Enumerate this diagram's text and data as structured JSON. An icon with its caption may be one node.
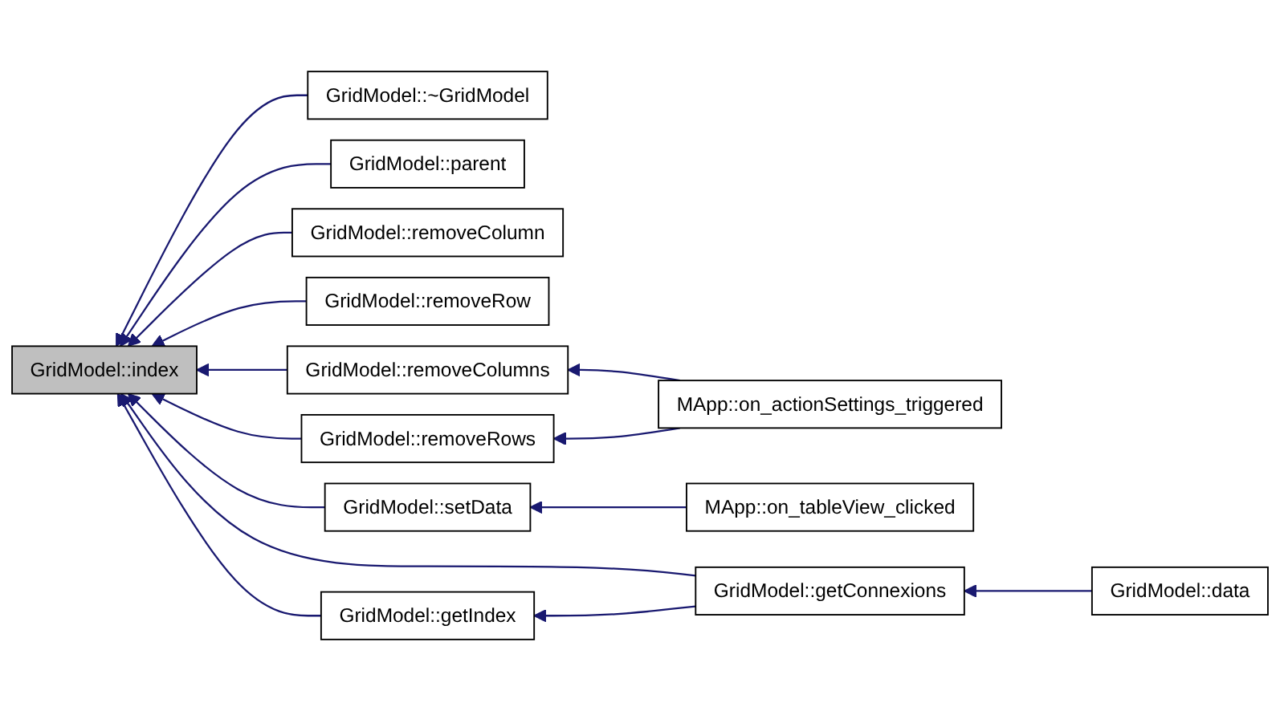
{
  "diagram": {
    "nodes": [
      {
        "text": [
          "GridModel::index"
        ]
      },
      {
        "text": [
          "GridModel::~GridModel"
        ]
      },
      {
        "text": [
          "GridModel::parent"
        ]
      },
      {
        "text": [
          "GridModel::removeColumn"
        ]
      },
      {
        "text": [
          "GridModel::removeRow"
        ]
      },
      {
        "text": [
          "GridModel::removeColumns"
        ]
      },
      {
        "text": [
          "GridModel::removeRows"
        ]
      },
      {
        "text": [
          "GridModel::setData"
        ]
      },
      {
        "text": [
          "GridModel::getIndex"
        ]
      },
      {
        "text": [
          "MApp::on_actionSettings_triggered"
        ]
      },
      {
        "text": [
          "MApp::on_tableView_clicked"
        ]
      },
      {
        "text": [
          "GridModel::getConnexions"
        ]
      },
      {
        "text": [
          "GridModel::data"
        ]
      }
    ],
    "edges": [
      {
        "from": 1,
        "to": 0,
        "arrow": "to"
      },
      {
        "from": 2,
        "to": 0,
        "arrow": "to"
      },
      {
        "from": 3,
        "to": 0,
        "arrow": "to"
      },
      {
        "from": 4,
        "to": 0,
        "arrow": "to"
      },
      {
        "from": 5,
        "to": 0,
        "arrow": "to"
      },
      {
        "from": 6,
        "to": 0,
        "arrow": "to"
      },
      {
        "from": 7,
        "to": 0,
        "arrow": "to"
      },
      {
        "from": 11,
        "to": 0,
        "arrow": "to"
      },
      {
        "from": 8,
        "to": 0,
        "arrow": "to"
      },
      {
        "from": 9,
        "to": 5,
        "arrow": "to"
      },
      {
        "from": 9,
        "to": 6,
        "arrow": "to"
      },
      {
        "from": 10,
        "to": 7,
        "arrow": "to"
      },
      {
        "from": 11,
        "to": 8,
        "arrow": "to"
      },
      {
        "from": 12,
        "to": 11,
        "arrow": "to"
      }
    ]
  }
}
